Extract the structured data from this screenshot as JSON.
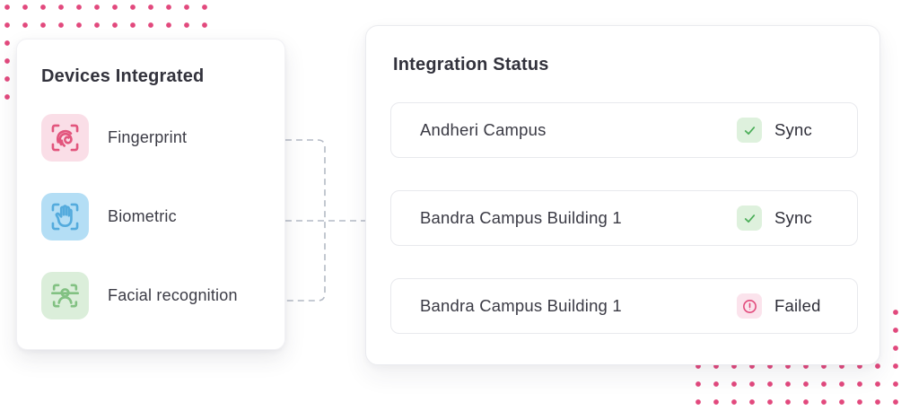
{
  "devices_card": {
    "title": "Devices Integrated",
    "items": [
      {
        "label": "Fingerprint",
        "icon": "fingerprint-scan-icon",
        "accent": "#e2557d",
        "tile_bg": "#fadee7"
      },
      {
        "label": "Biometric",
        "icon": "hand-scan-icon",
        "accent": "#54abdd",
        "tile_bg": "#b4def5"
      },
      {
        "label": "Facial recognition",
        "icon": "face-scan-icon",
        "accent": "#82c182",
        "tile_bg": "#dbeeda"
      }
    ]
  },
  "status_card": {
    "title": "Integration Status",
    "rows": [
      {
        "name": "Andheri Campus",
        "status": "Sync",
        "state": "success"
      },
      {
        "name": "Bandra Campus Building 1",
        "status": "Sync",
        "state": "success"
      },
      {
        "name": "Bandra Campus Building 1",
        "status": "Failed",
        "state": "error"
      }
    ],
    "status_colors": {
      "success": "#4bae58",
      "success_bg": "#def1dd",
      "error": "#e24a7b",
      "error_bg": "#fbe3ec"
    }
  },
  "decor": {
    "dot_color": "#e2497d",
    "dash_color": "#b4bac5"
  }
}
